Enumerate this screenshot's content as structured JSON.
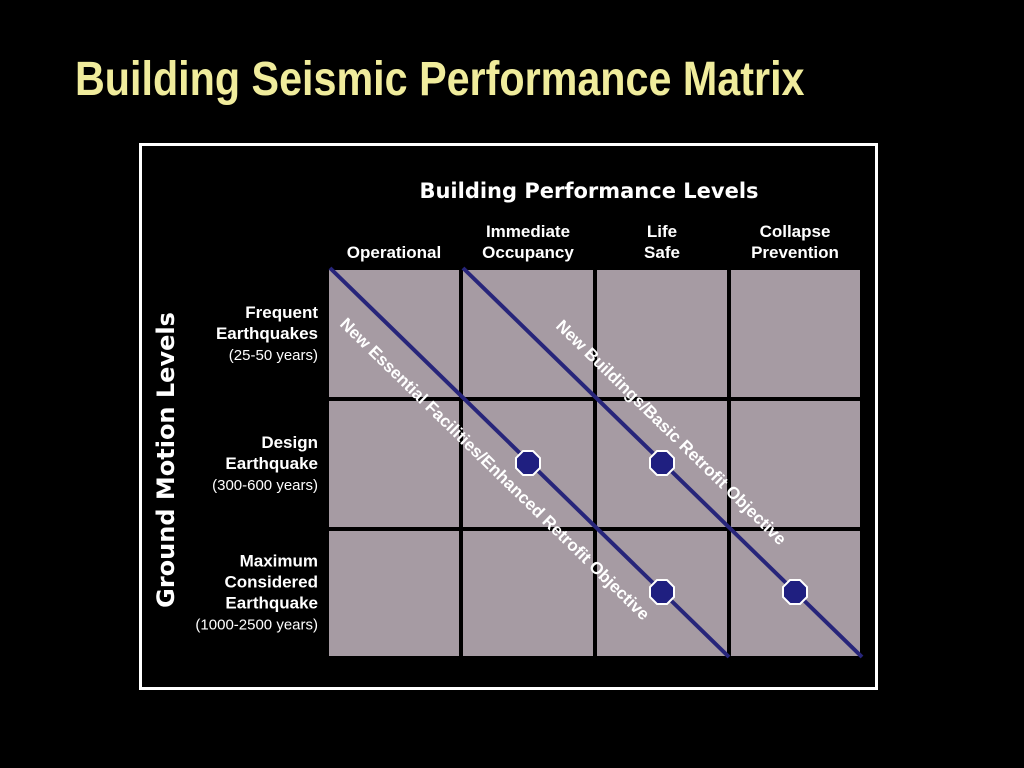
{
  "title": "Building Seismic Performance Matrix",
  "matrix": {
    "performance_heading": "Building Performance Levels",
    "ground_motion_heading": "Ground Motion Levels",
    "columns": [
      {
        "lines": [
          "Operational"
        ]
      },
      {
        "lines": [
          "Immediate",
          "Occupancy"
        ]
      },
      {
        "lines": [
          "Life",
          "Safe"
        ]
      },
      {
        "lines": [
          "Collapse",
          "Prevention"
        ]
      }
    ],
    "rows": [
      {
        "lines": [
          "Frequent",
          "Earthquakes"
        ],
        "period": "(25-50 years)"
      },
      {
        "lines": [
          "Design",
          "Earthquake"
        ],
        "period": "(300-600 years)"
      },
      {
        "lines": [
          "Maximum",
          "Considered",
          "Earthquake"
        ],
        "period": "(1000-2500 years)"
      }
    ],
    "objectives": [
      {
        "label": "New Essential Facilities/Enhanced Retrofit Objective"
      },
      {
        "label": "New Buildings/Basic Retrofit Objective"
      }
    ],
    "markers": [
      {
        "row": 1,
        "col": 1
      },
      {
        "row": 1,
        "col": 2
      },
      {
        "row": 2,
        "col": 2
      },
      {
        "row": 2,
        "col": 3
      }
    ],
    "colors": {
      "background": "#000000",
      "title": "#f0ec9c",
      "cell": "#a69ba3",
      "objective_line": "#27257a",
      "marker_fill": "#1f1f80",
      "marker_stroke": "#ffffff",
      "text": "#ffffff"
    }
  }
}
